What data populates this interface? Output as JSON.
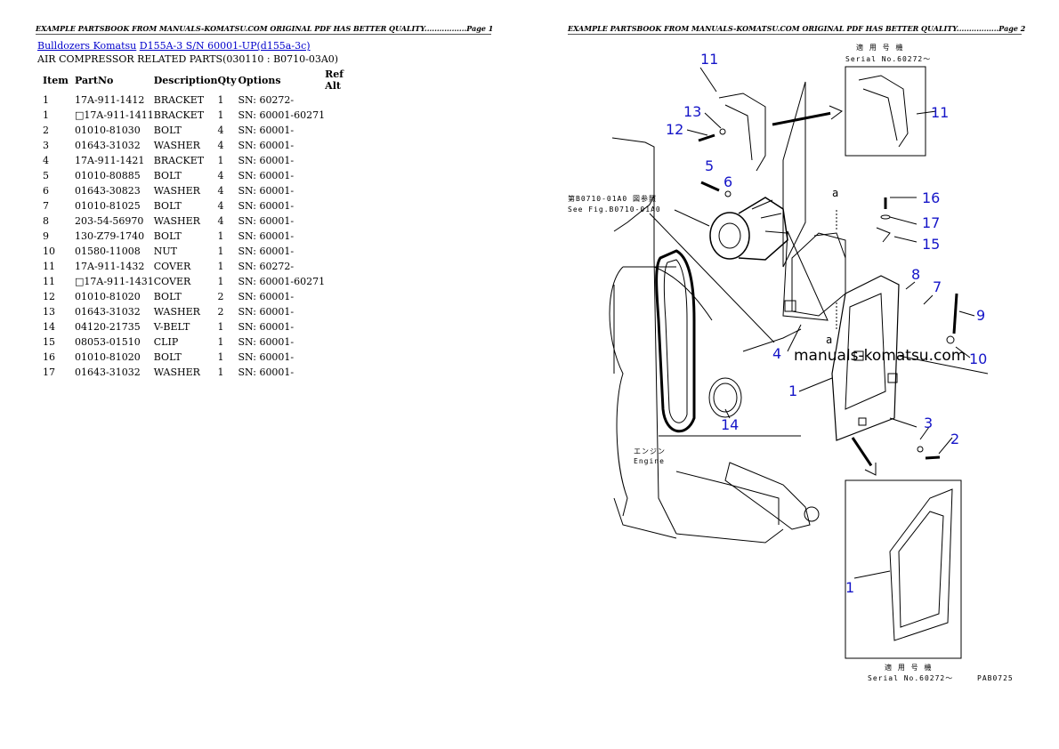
{
  "headers": {
    "page1": "EXAMPLE PARTSBOOK FROM MANUALS-KOMATSU.COM ORIGINAL PDF HAS BETTER QUALITY.................Page 1",
    "page2": "EXAMPLE PARTSBOOK FROM MANUALS-KOMATSU.COM ORIGINAL PDF HAS BETTER QUALITY.................Page 2"
  },
  "breadcrumb": {
    "link1": "Bulldozers Komatsu",
    "link2": "D155A-3 S/N 60001-UP(d155a-3c)"
  },
  "subtitle": "AIR COMPRESSOR RELATED PARTS(030110 : B0710-03A0)",
  "table": {
    "columns": [
      "Item",
      "PartNo",
      "Description",
      "Qty",
      "Options",
      "Ref Alt"
    ],
    "rows": [
      {
        "item": "1",
        "part": "17A-911-1412",
        "desc": "BRACKET",
        "qty": "1",
        "opt": "SN: 60272-"
      },
      {
        "item": "1",
        "part": "□17A-911-1411",
        "desc": "BRACKET",
        "qty": "1",
        "opt": "SN: 60001-60271"
      },
      {
        "item": "2",
        "part": "01010-81030",
        "desc": "BOLT",
        "qty": "4",
        "opt": "SN: 60001-"
      },
      {
        "item": "3",
        "part": "01643-31032",
        "desc": "WASHER",
        "qty": "4",
        "opt": "SN: 60001-"
      },
      {
        "item": "4",
        "part": "17A-911-1421",
        "desc": "BRACKET",
        "qty": "1",
        "opt": "SN: 60001-"
      },
      {
        "item": "5",
        "part": "01010-80885",
        "desc": "BOLT",
        "qty": "4",
        "opt": "SN: 60001-"
      },
      {
        "item": "6",
        "part": "01643-30823",
        "desc": "WASHER",
        "qty": "4",
        "opt": "SN: 60001-"
      },
      {
        "item": "7",
        "part": "01010-81025",
        "desc": "BOLT",
        "qty": "4",
        "opt": "SN: 60001-"
      },
      {
        "item": "8",
        "part": "203-54-56970",
        "desc": "WASHER",
        "qty": "4",
        "opt": "SN: 60001-"
      },
      {
        "item": "9",
        "part": "130-Z79-1740",
        "desc": "BOLT",
        "qty": "1",
        "opt": "SN: 60001-"
      },
      {
        "item": "10",
        "part": "01580-11008",
        "desc": "NUT",
        "qty": "1",
        "opt": "SN: 60001-"
      },
      {
        "item": "11",
        "part": "17A-911-1432",
        "desc": "COVER",
        "qty": "1",
        "opt": "SN: 60272-"
      },
      {
        "item": "11",
        "part": "□17A-911-1431",
        "desc": "COVER",
        "qty": "1",
        "opt": "SN: 60001-60271"
      },
      {
        "item": "12",
        "part": "01010-81020",
        "desc": "BOLT",
        "qty": "2",
        "opt": "SN: 60001-"
      },
      {
        "item": "13",
        "part": "01643-31032",
        "desc": "WASHER",
        "qty": "2",
        "opt": "SN: 60001-"
      },
      {
        "item": "14",
        "part": "04120-21735",
        "desc": "V-BELT",
        "qty": "1",
        "opt": "SN: 60001-"
      },
      {
        "item": "15",
        "part": "08053-01510",
        "desc": "CLIP",
        "qty": "1",
        "opt": "SN: 60001-"
      },
      {
        "item": "16",
        "part": "01010-81020",
        "desc": "BOLT",
        "qty": "1",
        "opt": "SN: 60001-"
      },
      {
        "item": "17",
        "part": "01643-31032",
        "desc": "WASHER",
        "qty": "1",
        "opt": "SN: 60001-"
      }
    ]
  },
  "diagram": {
    "watermark": "manuals-komatsu.com",
    "jp_serial_top": "適 用 号 機",
    "serial_top": "Serial No.60272～",
    "jp_see": "第B0710-01A0 図参照",
    "see_fig": "See Fig.B0710-01A0",
    "engine_jp": "エンジン",
    "engine": "Engine",
    "jp_serial_bottom": "適 用 号 機",
    "serial_bottom": "Serial No.60272～",
    "page_code": "PAB0725",
    "marker_a1": "a",
    "marker_a2": "a",
    "callouts": {
      "c11a": "11",
      "c13": "13",
      "c12": "12",
      "c5": "5",
      "c6": "6",
      "c11b": "11",
      "c16": "16",
      "c17": "17",
      "c15": "15",
      "c8": "8",
      "c7": "7",
      "c9": "9",
      "c4": "4",
      "c10": "10",
      "c1a": "1",
      "c14": "14",
      "c3": "3",
      "c2": "2",
      "c1b": "1"
    }
  }
}
